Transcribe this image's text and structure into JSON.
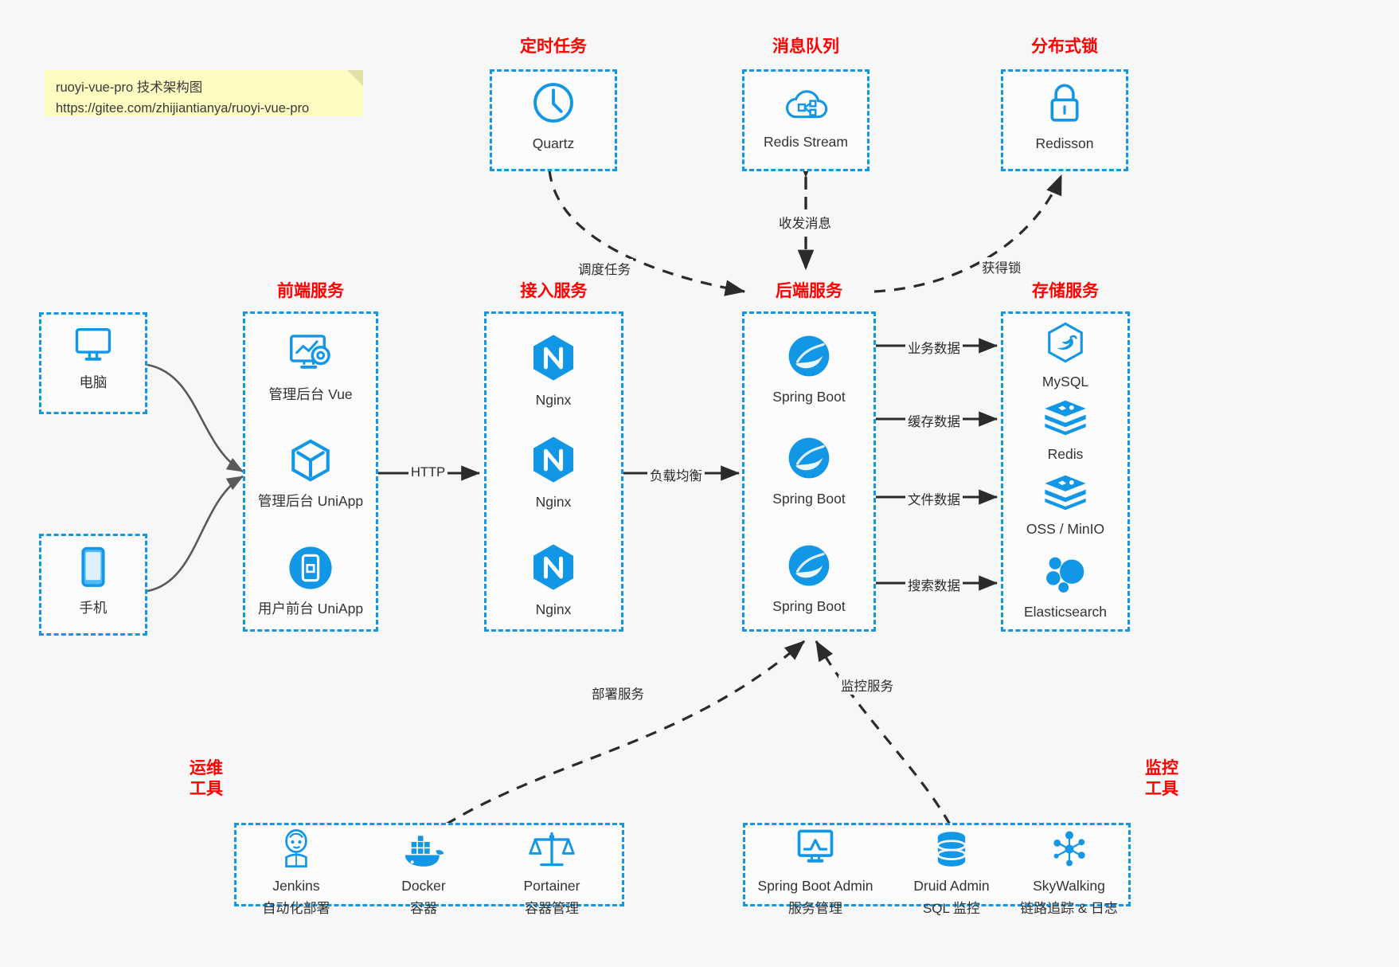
{
  "note": {
    "line1": "ruoyi-vue-pro 技术架构图",
    "line2": "https://gitee.com/zhijiantianya/ruoyi-vue-pro"
  },
  "colors": {
    "accent_blue": "#1296e6",
    "title_red": "#ff0000",
    "note_yellow": "#fdfac2",
    "edge_dark": "#2b2b2b",
    "curve_gray": "#595959",
    "background": "#f7f7f7"
  },
  "groups": {
    "scheduled_task": {
      "title": "定时任务"
    },
    "message_queue": {
      "title": "消息队列"
    },
    "distributed_lock": {
      "title": "分布式锁"
    },
    "frontend": {
      "title": "前端服务"
    },
    "gateway": {
      "title": "接入服务"
    },
    "backend": {
      "title": "后端服务"
    },
    "storage": {
      "title": "存储服务"
    },
    "devops": {
      "title_line1": "运维",
      "title_line2": "工具"
    },
    "monitor": {
      "title_line1": "监控",
      "title_line2": "工具"
    }
  },
  "clients": [
    {
      "label": "电脑",
      "icon": "monitor-icon"
    },
    {
      "label": "手机",
      "icon": "phone-icon"
    }
  ],
  "scheduled_task_nodes": [
    {
      "label": "Quartz",
      "icon": "clock-icon"
    }
  ],
  "message_queue_nodes": [
    {
      "label": "Redis Stream",
      "icon": "cloud-network-icon"
    }
  ],
  "distributed_lock_nodes": [
    {
      "label": "Redisson",
      "icon": "lock-icon"
    }
  ],
  "frontend_nodes": [
    {
      "label": "管理后台 Vue",
      "icon": "dashboard-gear-icon"
    },
    {
      "label": "管理后台 UniApp",
      "icon": "cube-icon"
    },
    {
      "label": "用户前台 UniApp",
      "icon": "mobile-app-icon"
    }
  ],
  "gateway_nodes": [
    {
      "label": "Nginx",
      "icon": "nginx-icon"
    },
    {
      "label": "Nginx",
      "icon": "nginx-icon"
    },
    {
      "label": "Nginx",
      "icon": "nginx-icon"
    }
  ],
  "backend_nodes": [
    {
      "label": "Spring Boot",
      "icon": "spring-boot-icon"
    },
    {
      "label": "Spring Boot",
      "icon": "spring-boot-icon"
    },
    {
      "label": "Spring Boot",
      "icon": "spring-boot-icon"
    }
  ],
  "storage_nodes": [
    {
      "label": "MySQL",
      "icon": "mysql-icon"
    },
    {
      "label": "Redis",
      "icon": "redis-icon"
    },
    {
      "label": "OSS / MinIO",
      "icon": "oss-icon"
    },
    {
      "label": "Elasticsearch",
      "icon": "elasticsearch-icon"
    }
  ],
  "devops_nodes": [
    {
      "label": "Jenkins",
      "sublabel": "自动化部署",
      "icon": "jenkins-icon"
    },
    {
      "label": "Docker",
      "sublabel": "容器",
      "icon": "docker-icon"
    },
    {
      "label": "Portainer",
      "sublabel": "容器管理",
      "icon": "scales-icon"
    }
  ],
  "monitor_nodes": [
    {
      "label": "Spring Boot Admin",
      "sublabel": "服务管理",
      "icon": "monitor-chart-icon"
    },
    {
      "label": "Druid Admin",
      "sublabel": "SQL 监控",
      "icon": "database-icon"
    },
    {
      "label": "SkyWalking",
      "sublabel": "链路追踪 & 日志",
      "icon": "network-nodes-icon"
    }
  ],
  "edge_labels": {
    "http": "HTTP",
    "load_balance": "负载均衡",
    "schedule_task": "调度任务",
    "send_receive_message": "收发消息",
    "acquire_lock": "获得锁",
    "business_data": "业务数据",
    "cache_data": "缓存数据",
    "file_data": "文件数据",
    "search_data": "搜索数据",
    "deploy_service": "部署服务",
    "monitor_service": "监控服务"
  }
}
